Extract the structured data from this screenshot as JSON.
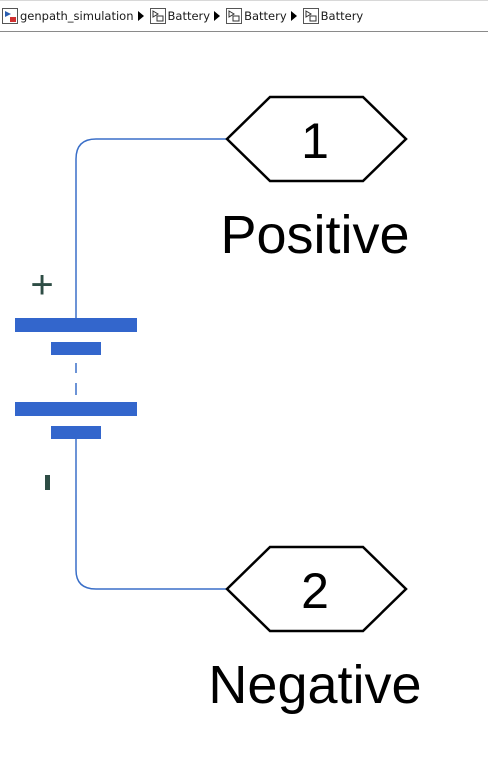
{
  "breadcrumb": {
    "items": [
      {
        "label": "genpath_simulation",
        "icon": "model-icon"
      },
      {
        "label": "Battery",
        "icon": "subsystem-icon"
      },
      {
        "label": "Battery",
        "icon": "subsystem-icon"
      },
      {
        "label": "Battery",
        "icon": "subsystem-icon"
      }
    ],
    "separator_icon": "triangle-right-icon"
  },
  "diagram": {
    "ports": [
      {
        "number": "1",
        "label": "Positive"
      },
      {
        "number": "2",
        "label": "Negative"
      }
    ],
    "battery": {
      "positive_sign": "+",
      "negative_sign": "-"
    },
    "colors": {
      "line": "#3a6fc8",
      "battery": "#3366cc",
      "sign": "#2e4d45",
      "port_border": "#000000"
    }
  }
}
